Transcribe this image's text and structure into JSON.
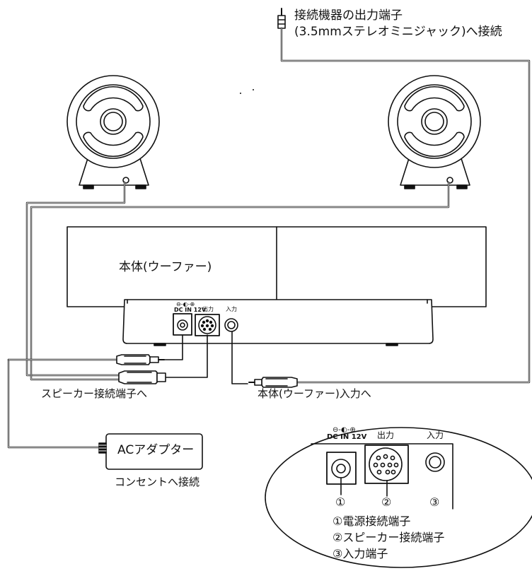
{
  "labels": {
    "source_line1": "接続機器の出力端子",
    "source_line2": "(3.5mmステレオミニジャック)へ接続",
    "body": "本体(ウーファー)",
    "to_speaker": "スピーカー接続端子へ",
    "to_body_input": "本体(ウーファー)入力へ",
    "ac_adapter": "ACアダプター",
    "to_outlet": "コンセントへ接続"
  },
  "panel": {
    "polarity_symbol": "⊖-◐-⊕",
    "dc_in": "DC IN 12V",
    "output": "出力",
    "input": "入力"
  },
  "inset": {
    "polarity_symbol": "⊖-◐-⊕",
    "dc_in": "DC IN 12V",
    "output": "出力",
    "input": "入力",
    "markers": [
      "①",
      "②",
      "③"
    ],
    "legend": [
      "①電源接続端子",
      "②スピーカー接続端子",
      "③入力端子"
    ]
  }
}
